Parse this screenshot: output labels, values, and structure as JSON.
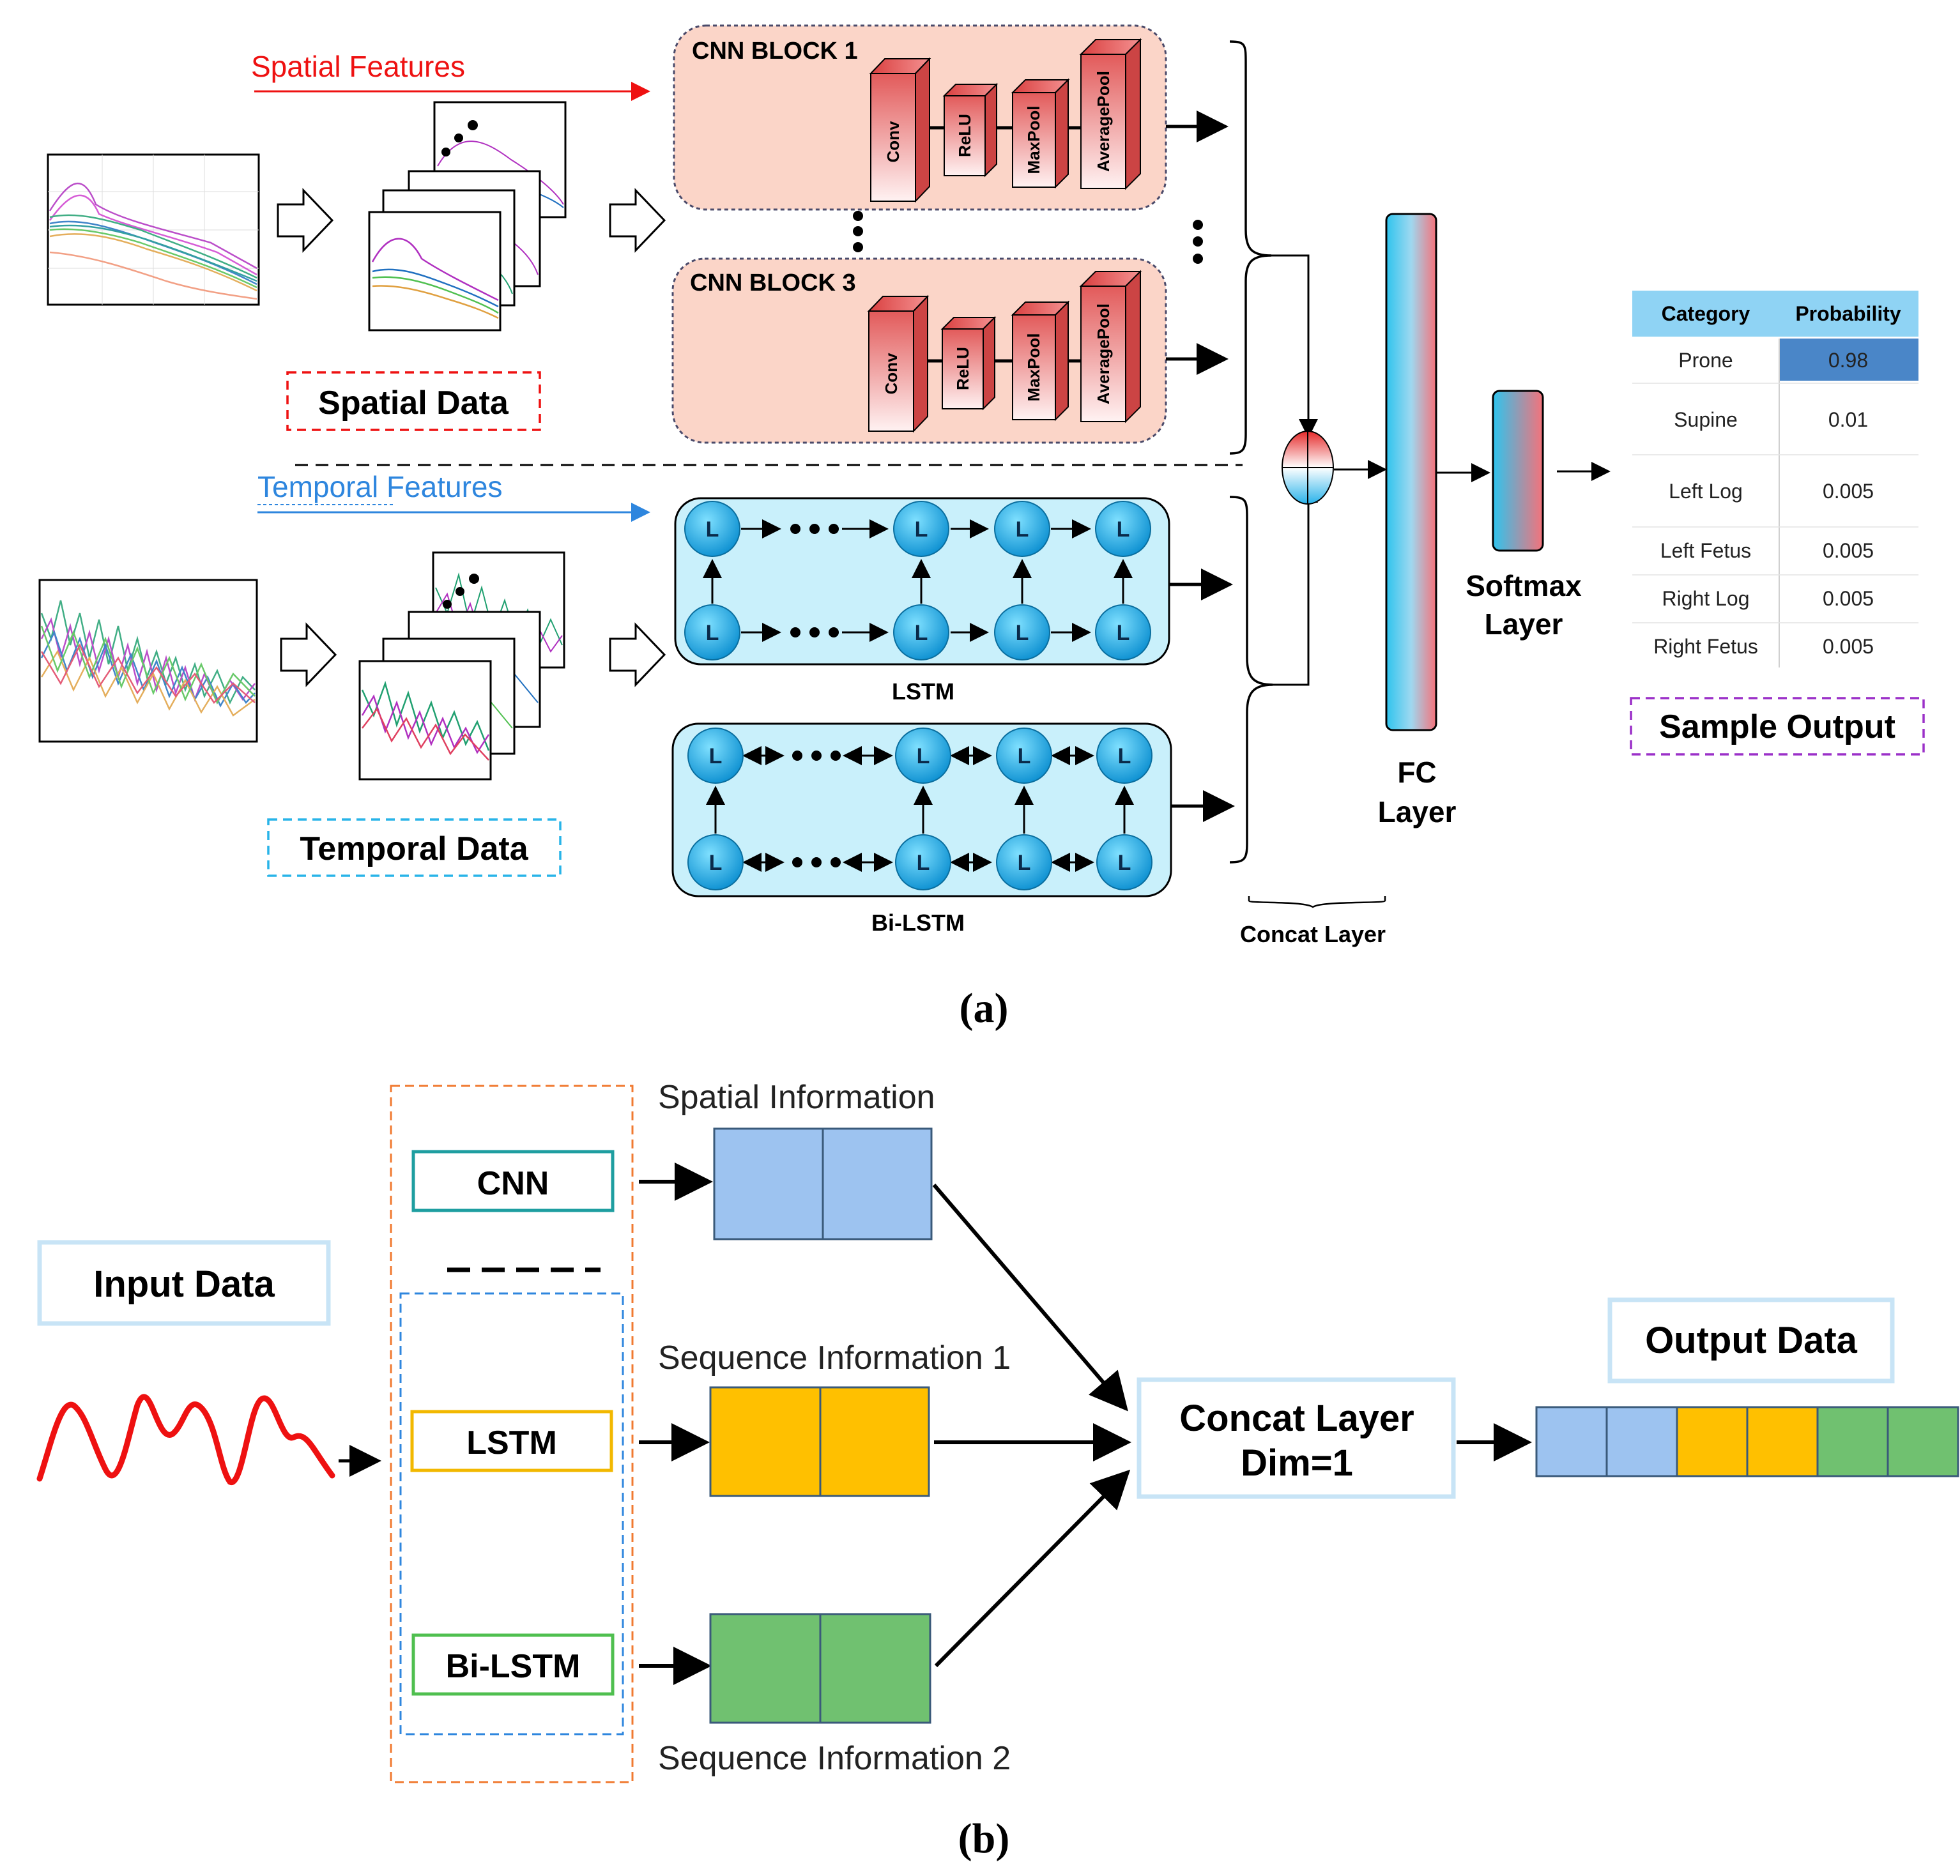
{
  "panel_a": {
    "spatial_features_label": "Spatial Features",
    "temporal_features_label": "Temporal Features",
    "spatial_data_label": "Spatial Data",
    "temporal_data_label": "Temporal Data",
    "cnn_block_1": "CNN BLOCK  1",
    "cnn_block_3": "CNN BLOCK  3",
    "layer_conv": "Conv",
    "layer_relu": "ReLU",
    "layer_maxpool": "MaxPool",
    "layer_avgpool": "AveragePool",
    "lstm_node": "L",
    "lstm_label": "LSTM",
    "bilstm_label": "Bi-LSTM",
    "concat_label": "Concat Layer",
    "fc_label_1": "FC",
    "fc_label_2": "Layer",
    "softmax_label_1": "Softmax",
    "softmax_label_2": "Layer",
    "sample_output_label": "Sample Output",
    "table": {
      "header_category": "Category",
      "header_probability": "Probability",
      "rows": [
        {
          "category": "Prone",
          "probability": "0.98"
        },
        {
          "category": "Supine",
          "probability": "0.01"
        },
        {
          "category": "Left Log",
          "probability": "0.005"
        },
        {
          "category": "Left Fetus",
          "probability": "0.005"
        },
        {
          "category": "Right Log",
          "probability": "0.005"
        },
        {
          "category": "Right Fetus",
          "probability": "0.005"
        }
      ]
    },
    "caption": "(a)"
  },
  "panel_b": {
    "input_label": "Input Data",
    "cnn_label": "CNN",
    "lstm_label": "LSTM",
    "bilstm_label": "Bi-LSTM",
    "spatial_info": "Spatial Information",
    "sequence_info_1": "Sequence   Information 1",
    "sequence_info_2": "Sequence   Information 2",
    "concat_line_1": "Concat  Layer",
    "concat_line_2": "Dim=1",
    "output_label": "Output Data",
    "caption": "(b)"
  },
  "colors": {
    "spatial_red": "#ee1111",
    "temporal_blue": "#2e86de",
    "cnn_block_fill": "#fbd5c8",
    "lstm_block_fill": "#c9f0fb",
    "spatial_blue": "#9dc3f0",
    "sequence_yellow": "#ffc000",
    "sequence_green": "#70c170",
    "highlight": "#4a86c8",
    "table_header": "#8fd3f4"
  }
}
